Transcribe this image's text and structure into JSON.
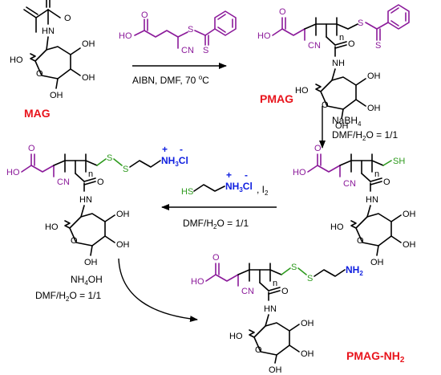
{
  "labels": {
    "mag": "MAG",
    "pmag": "PMAG",
    "pmag_nh2": "PMAG-NH",
    "pmag_nh2_sub": "2"
  },
  "conditions": {
    "step1_line": "AIBN, DMF, 70 ",
    "step1_deg": "o",
    "step1_c": "C",
    "step2_line1": "NaBH",
    "step2_line1_sub": "4",
    "step2_line2": "DMF/H",
    "step2_line2_sub": "2",
    "step2_line2_tail": "O = 1/1",
    "step3_extra": ", I",
    "step3_extra_sub": "2",
    "step3_line": "DMF/H",
    "step3_line_sub": "2",
    "step3_line_tail": "O = 1/1",
    "step4_line1": "NH",
    "step4_line1_sub": "4",
    "step4_line1_tail": "OH",
    "step4_line2": "DMF/H",
    "step4_line2_sub": "2",
    "step4_line2_tail": "O = 1/1"
  },
  "atoms": {
    "o": "O",
    "oh": "OH",
    "ho": "HO",
    "hn": "HN",
    "nh": "NH",
    "cn": "CN",
    "s": "S",
    "sh": "SH",
    "n": "n",
    "hs": "HS",
    "nh3": "NH",
    "nh3_sub": "3",
    "cl": "Cl",
    "plus": "+",
    "minus": "-",
    "nh2": "NH",
    "nh2_sub": "2"
  }
}
